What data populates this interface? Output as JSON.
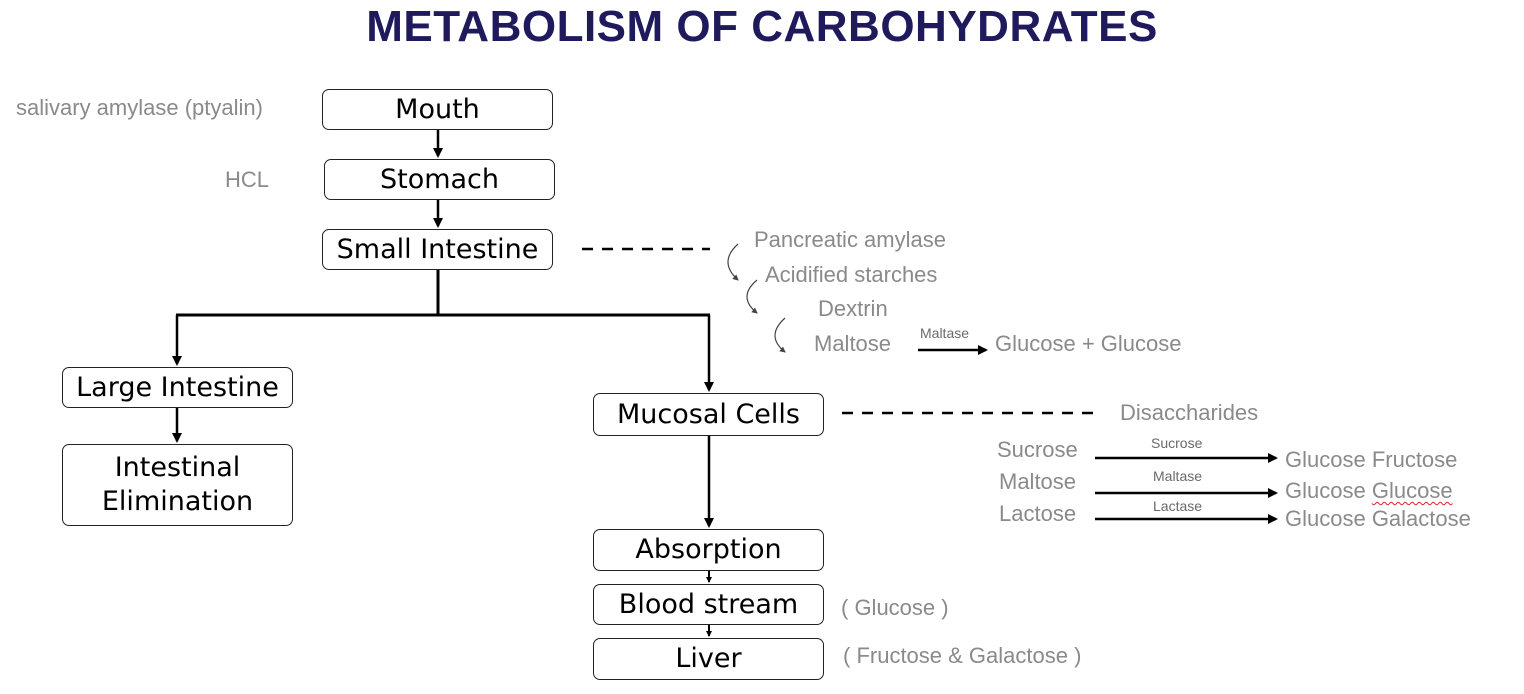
{
  "title": "METABOLISM OF CARBOHYDRATES",
  "nodes": {
    "mouth": "Mouth",
    "stomach": "Stomach",
    "small_intestine": "Small Intestine",
    "large_intestine": "Large Intestine",
    "intestinal_elimination": "Intestinal Elimination",
    "mucosal_cells": "Mucosal Cells",
    "absorption": "Absorption",
    "blood_stream": "Blood stream",
    "liver": "Liver"
  },
  "annotations": {
    "mouth_enzyme": "salivary amylase (ptyalin)",
    "stomach_enzyme": "HCL",
    "pancreatic_amylase": "Pancreatic amylase",
    "acidified_starches": "Acidified starches",
    "dextrin": "Dextrin",
    "maltose": "Maltose",
    "maltase_small": "Maltase",
    "glucose_glucose_si": "Glucose + Glucose",
    "disaccharides": "Disaccharides",
    "sucrose": "Sucrose",
    "maltose2": "Maltose",
    "lactose": "Lactose",
    "sucrose_enzyme": "Sucrose",
    "maltase_enzyme": "Maltase",
    "lactase_enzyme": "Lactase",
    "sucrose_product": "Glucose Fructose",
    "maltose_product_a": "Glucose",
    "maltose_product_b": "Glucose",
    "lactose_product": "Glucose Galactose",
    "blood_note": "( Glucose )",
    "liver_note": "( Fructose & Galactose )"
  }
}
